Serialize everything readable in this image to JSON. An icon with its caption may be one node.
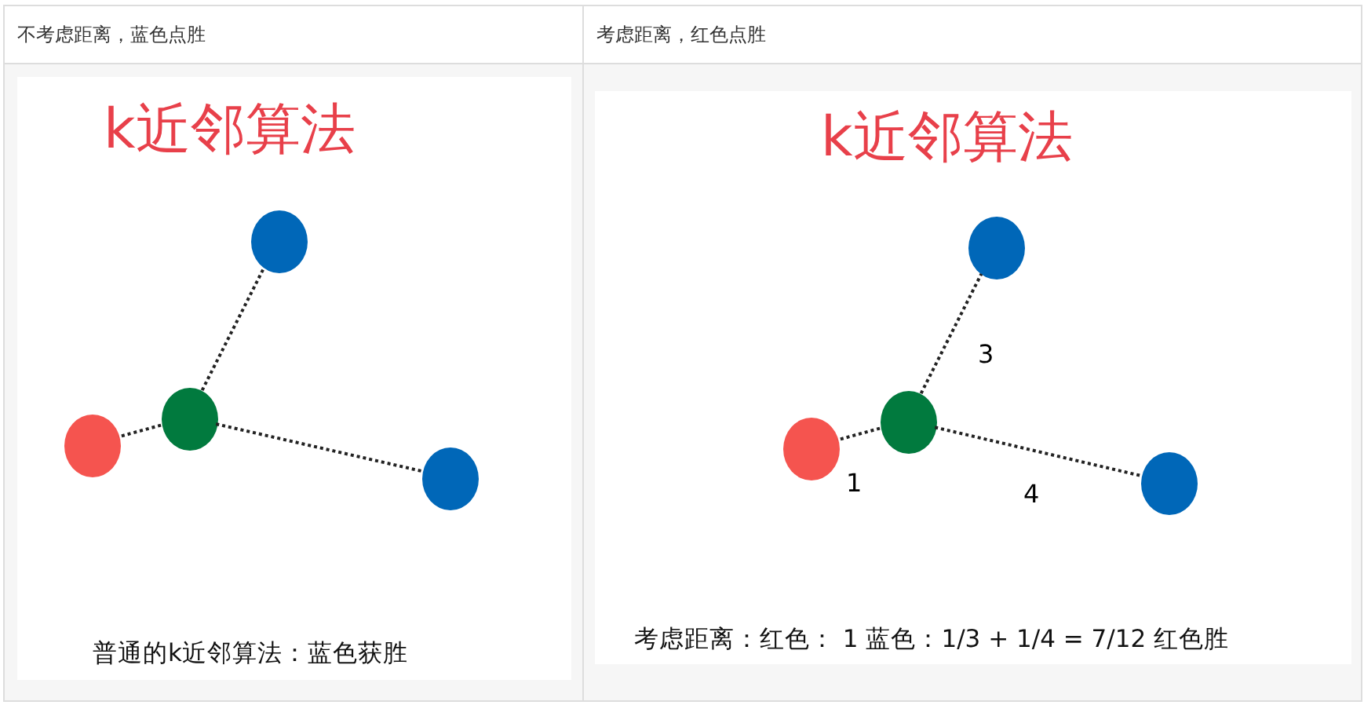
{
  "diagram": {
    "nodes": [
      {
        "text": [
          "k近邻算法",
          "普通的k近邻算法：蓝色获胜"
        ]
      },
      {
        "text": [],
        "shape": "circle",
        "in": 0
      },
      {
        "text": [],
        "shape": "circle",
        "in": 0
      },
      {
        "text": [],
        "shape": "circle",
        "in": 0
      },
      {
        "text": [],
        "shape": "circle",
        "in": 0
      },
      {
        "text": [
          "k近邻算法",
          "考虑距离：红色： 1 蓝色：1/3 + 1/4 = 7/12 红色胜"
        ]
      },
      {
        "text": [],
        "shape": "circle",
        "in": 5
      },
      {
        "text": [],
        "shape": "circle",
        "in": 5
      },
      {
        "text": [],
        "shape": "circle",
        "in": 5
      },
      {
        "text": [],
        "shape": "circle",
        "in": 5
      }
    ],
    "edges": [
      {
        "from": 2,
        "to": 1,
        "arrow": "none"
      },
      {
        "from": 2,
        "to": 3,
        "arrow": "none"
      },
      {
        "from": 2,
        "to": 4,
        "arrow": "none"
      },
      {
        "from": 7,
        "to": 6,
        "arrow": "none",
        "label": "3"
      },
      {
        "from": 7,
        "to": 8,
        "arrow": "none",
        "label": "1"
      },
      {
        "from": 7,
        "to": 9,
        "arrow": "none",
        "label": "4"
      }
    ],
    "labels": [
      "不考虑距离，蓝色点胜",
      "考虑距离，红色点胜"
    ]
  }
}
